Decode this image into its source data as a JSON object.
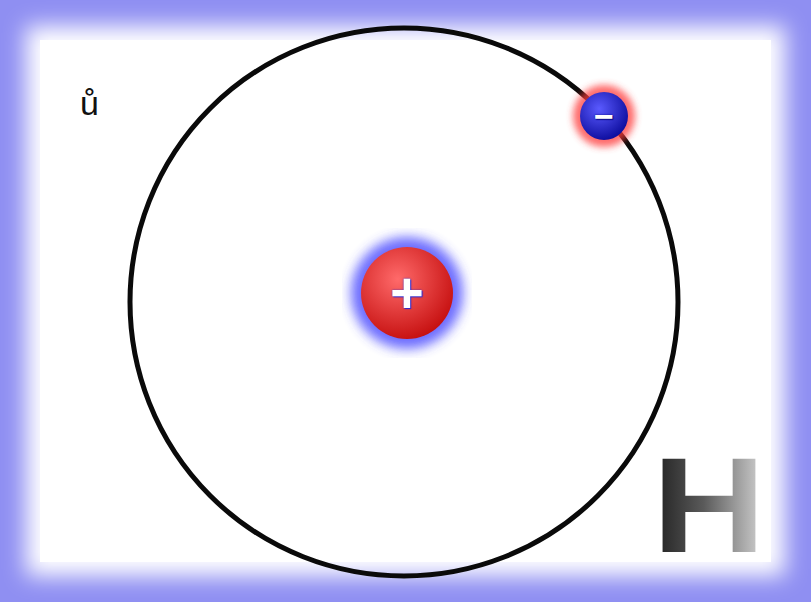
{
  "diagram": {
    "nodes": [
      {
        "text": [
          "+"
        ]
      },
      {
        "text": [
          "−"
        ]
      }
    ],
    "labels": [
      "ů",
      "H"
    ]
  }
}
